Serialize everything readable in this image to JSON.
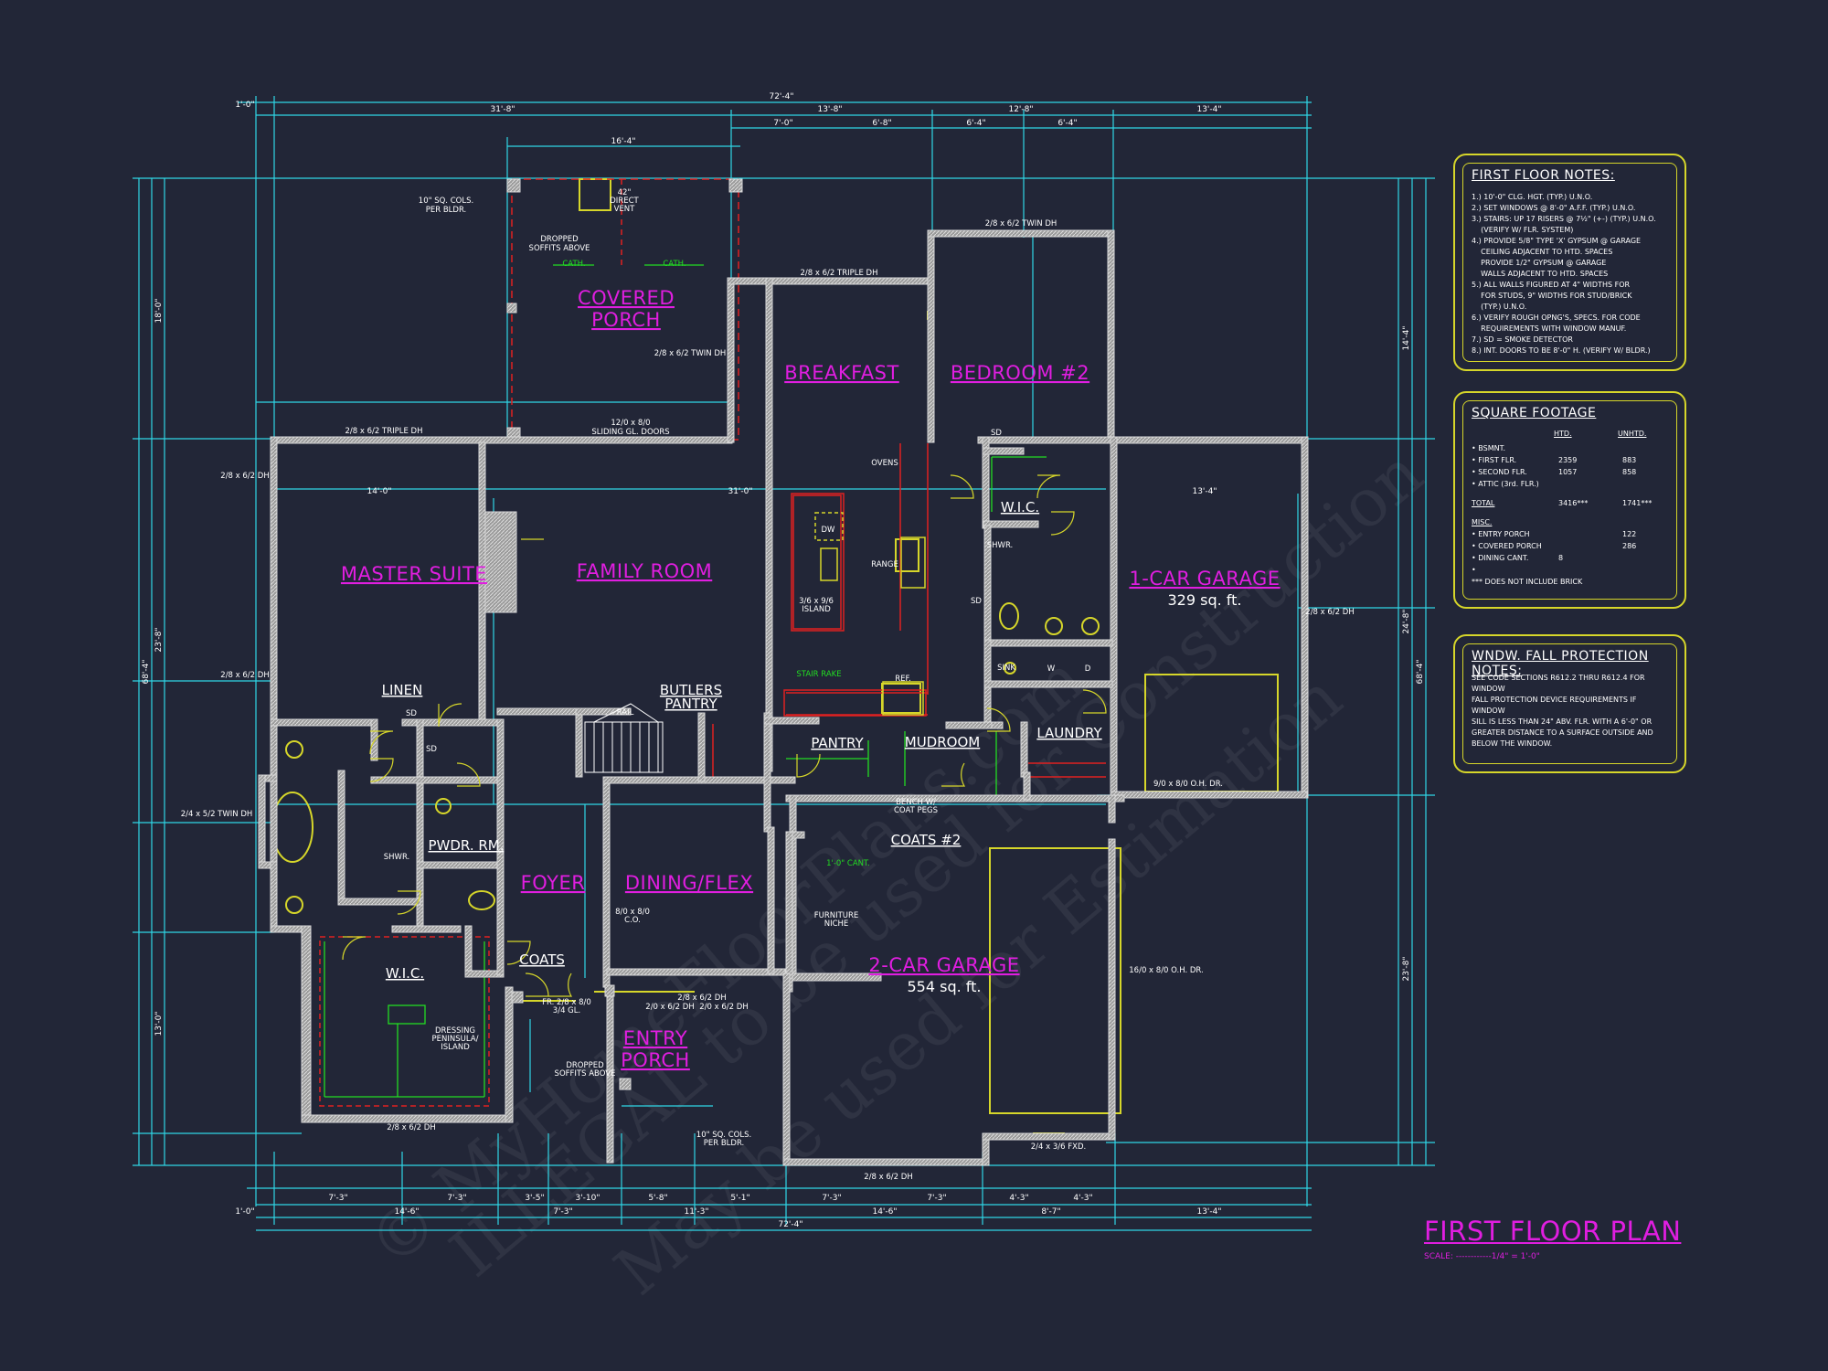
{
  "plan_title": "FIRST FLOOR PLAN",
  "scale": "SCALE: ------------1/4\" = 1'-0\"",
  "rooms": {
    "covered_porch_1": "COVERED",
    "covered_porch_2": "PORCH",
    "breakfast": "BREAKFAST",
    "bedroom2": "BEDROOM #2",
    "master_suite": "MASTER SUITE",
    "family_room": "FAMILY ROOM",
    "one_car_garage": "1-CAR GARAGE",
    "one_car_area": "329 sq. ft.",
    "foyer": "FOYER",
    "dining": "DINING/FLEX",
    "two_car_garage": "2-CAR GARAGE",
    "two_car_area": "554 sq. ft.",
    "entry_porch_1": "ENTRY",
    "entry_porch_2": "PORCH",
    "linen": "LINEN",
    "butlers_1": "BUTLERS",
    "butlers_2": "PANTRY",
    "pantry": "PANTRY",
    "mudroom": "MUDROOM",
    "laundry": "LAUNDRY",
    "pwdr": "PWDR. RM.",
    "wic_master": "W.I.C.",
    "wic_bed": "W.I.C.",
    "coats": "COATS",
    "coats2": "COATS #2"
  },
  "labels": {
    "cols_top_1": "10\" SQ. COLS.",
    "cols_top_2": "PER BLDR.",
    "dropped_1": "DROPPED",
    "dropped_2": "SOFFITS ABOVE",
    "direct_vent_1": "42\"",
    "direct_vent_2": "DIRECT",
    "direct_vent_3": "VENT",
    "cath": "CATH.",
    "triple_dh_breakfast": "2/8 x 6/2 TRIPLE DH",
    "twin_dh_bed": "2/8 x 6/2 TWIN DH",
    "twin_dh_porch": "2/8 x 6/2 TWIN DH",
    "sliding_1": "12/0 x 8/0",
    "sliding_2": "SLIDING GL. DOORS",
    "triple_dh_master": "2/8 x 6/2 TRIPLE DH",
    "dh_master_a": "2/8 x 6/2 DH",
    "dh_master_b": "2/8 x 6/2 DH",
    "twin_dh_bath": "2/4 x 5/2 TWIN DH",
    "ovens": "OVENS",
    "range": "RANGE",
    "island_1": "3/6 x 9/6",
    "island_2": "ISLAND",
    "dw": "DW",
    "ref": "REF.",
    "stair_rake": "STAIR RAKE",
    "rail": "RAIL",
    "dh_garage": "2/8 x 6/2 DH",
    "oh_door_1car": "9/0 x 8/0 O.H. DR.",
    "oh_door_2car": "16/0 x 8/0 O.H. DR.",
    "dining_cant": "1'-0\" CANT.",
    "furniture_1": "FURNITURE",
    "furniture_2": "NICHE",
    "bench_1": "BENCH W/",
    "bench_2": "COAT PEGS",
    "co_dining": "8/0 x 8/0",
    "co": "C.O.",
    "dressing_1": "DRESSING",
    "dressing_2": "PENINSULA/",
    "dressing_3": "ISLAND",
    "wic_dh": "2/8 x 6/2 DH",
    "entry_dh_1": "2/8 x 6/2 DH",
    "entry_dh_2": "2/0 x 6/2 DH",
    "entry_dh_3": "2/0 x 6/2 DH",
    "fr_door_1": "FR. 2/8 x 8/0",
    "fr_door_2": "3/4 GL.",
    "entry_cols_1": "10\" SQ. COLS.",
    "entry_cols_2": "PER BLDR.",
    "bottom_dh": "2/8 x 6/2 DH",
    "fxd": "2/4 x 3/6 FXD.",
    "sink": "SINK",
    "w": "W",
    "d": "D",
    "shwr": "SHWR.",
    "sd": "SD"
  },
  "dims": {
    "overall": "72'-4\"",
    "top_1": "31'-8\"",
    "top_2": "13'-8\"",
    "top_3": "12'-8\"",
    "top_4": "13'-4\"",
    "top_5": "7'-0\"",
    "top_6": "6'-8\"",
    "top_7": "6'-4\"",
    "top_8": "6'-4\"",
    "porch_w": "16'-4\"",
    "left_total": "68'-4\"",
    "left_1": "18'-0\"",
    "left_2": "23'-8\"",
    "left_3": "13'-0\"",
    "right_1": "14'-4\"",
    "right_2": "24'-8\"",
    "right_3": "23'-8\"",
    "fam_w": "31'-0\"",
    "master_w": "14'-0\"",
    "garage_w": "13'-4\"",
    "b_1": "7'-3\"",
    "b_2": "7'-3\"",
    "b_3": "3'-5\"",
    "b_4": "3'-10\"",
    "b_5": "5'-8\"",
    "b_6": "5'-1\"",
    "b_7": "7'-3\"",
    "b_8": "7'-3\"",
    "b_9": "4'-3\"",
    "b_10": "4'-3\"",
    "bb_1": "14'-6\"",
    "bb_2": "7'-3\"",
    "bb_3": "11'-3\"",
    "bb_4": "14'-6\"",
    "bb_5": "8'-7\"",
    "bb_6": "13'-4\"",
    "ext": "1'-0\""
  },
  "floor_notes": {
    "title": "FIRST FLOOR NOTES:",
    "items": [
      "1.) 10'-0\" CLG. HGT. (TYP.) U.N.O.",
      "2.) SET WINDOWS @ 8'-0\" A.F.F. (TYP.) U.N.O.",
      "3.) STAIRS: UP 17 RISERS @ 7½\" (+-) (TYP.) U.N.O.",
      "    (VERIFY W/ FLR. SYSTEM)",
      "4.) PROVIDE 5/8\" TYPE 'X' GYPSUM @ GARAGE",
      "    CEILING ADJACENT TO HTD. SPACES",
      "    PROVIDE 1/2\" GYPSUM @ GARAGE",
      "    WALLS ADJACENT TO HTD. SPACES",
      "5.) ALL WALLS FIGURED AT 4\" WIDTHS FOR",
      "    FOR STUDS, 9\" WIDTHS FOR STUD/BRICK",
      "    (TYP.) U.N.O.",
      "6.) VERIFY ROUGH OPNG'S, SPECS. FOR CODE",
      "    REQUIREMENTS WITH WINDOW MANUF.",
      "7.) SD = SMOKE DETECTOR",
      "8.) INT. DOORS TO BE 8'-0\" H. (VERIFY W/ BLDR.)"
    ]
  },
  "square_footage": {
    "title": "SQUARE FOOTAGE",
    "col_htd": "HTD.",
    "col_unhtd": "UNHTD.",
    "rows": [
      {
        "label": "• BSMNT.",
        "htd": "",
        "unhtd": ""
      },
      {
        "label": "• FIRST FLR.",
        "htd": "2359",
        "unhtd": "883"
      },
      {
        "label": "• SECOND FLR.",
        "htd": "1057",
        "unhtd": "858"
      },
      {
        "label": "• ATTIC (3rd. FLR.)",
        "htd": "",
        "unhtd": ""
      },
      {
        "label": "TOTAL",
        "htd": "3416***",
        "unhtd": "1741***"
      },
      {
        "label": "MISC.",
        "htd": "",
        "unhtd": ""
      },
      {
        "label": "• ENTRY PORCH",
        "htd": "",
        "unhtd": "122"
      },
      {
        "label": "• COVERED PORCH",
        "htd": "",
        "unhtd": "286"
      },
      {
        "label": "• DINING CANT.",
        "htd": "8",
        "unhtd": ""
      },
      {
        "label": "•",
        "htd": "",
        "unhtd": ""
      },
      {
        "label": "*** DOES NOT INCLUDE BRICK",
        "htd": "",
        "unhtd": ""
      }
    ]
  },
  "fall_notes": {
    "title": "WNDW. FALL PROTECTION NOTES:",
    "items": [
      "SEE CODE SECTIONS R612.2 THRU R612.4 FOR WINDOW",
      "FALL PROTECTION DEVICE REQUIREMENTS IF WINDOW",
      "SILL IS LESS THAN 24\" ABV. FLR. WITH A 6'-0\" OR",
      "GREATER DISTANCE TO A SURFACE OUTSIDE AND",
      "BELOW THE WINDOW."
    ]
  },
  "watermark": {
    "line1": "© MyHomeFloorPlans.com",
    "line2": "ILLEGAL to be used for Construction",
    "line3": "May be used for Estimation"
  },
  "colors": {
    "background": "#222637",
    "dimension": "#2fd6e6",
    "wall": "#b8b8b8",
    "room_label": "#e01ee0",
    "note_box": "#d6d62a",
    "red_line": "#e02020",
    "green_line": "#22dd22"
  }
}
